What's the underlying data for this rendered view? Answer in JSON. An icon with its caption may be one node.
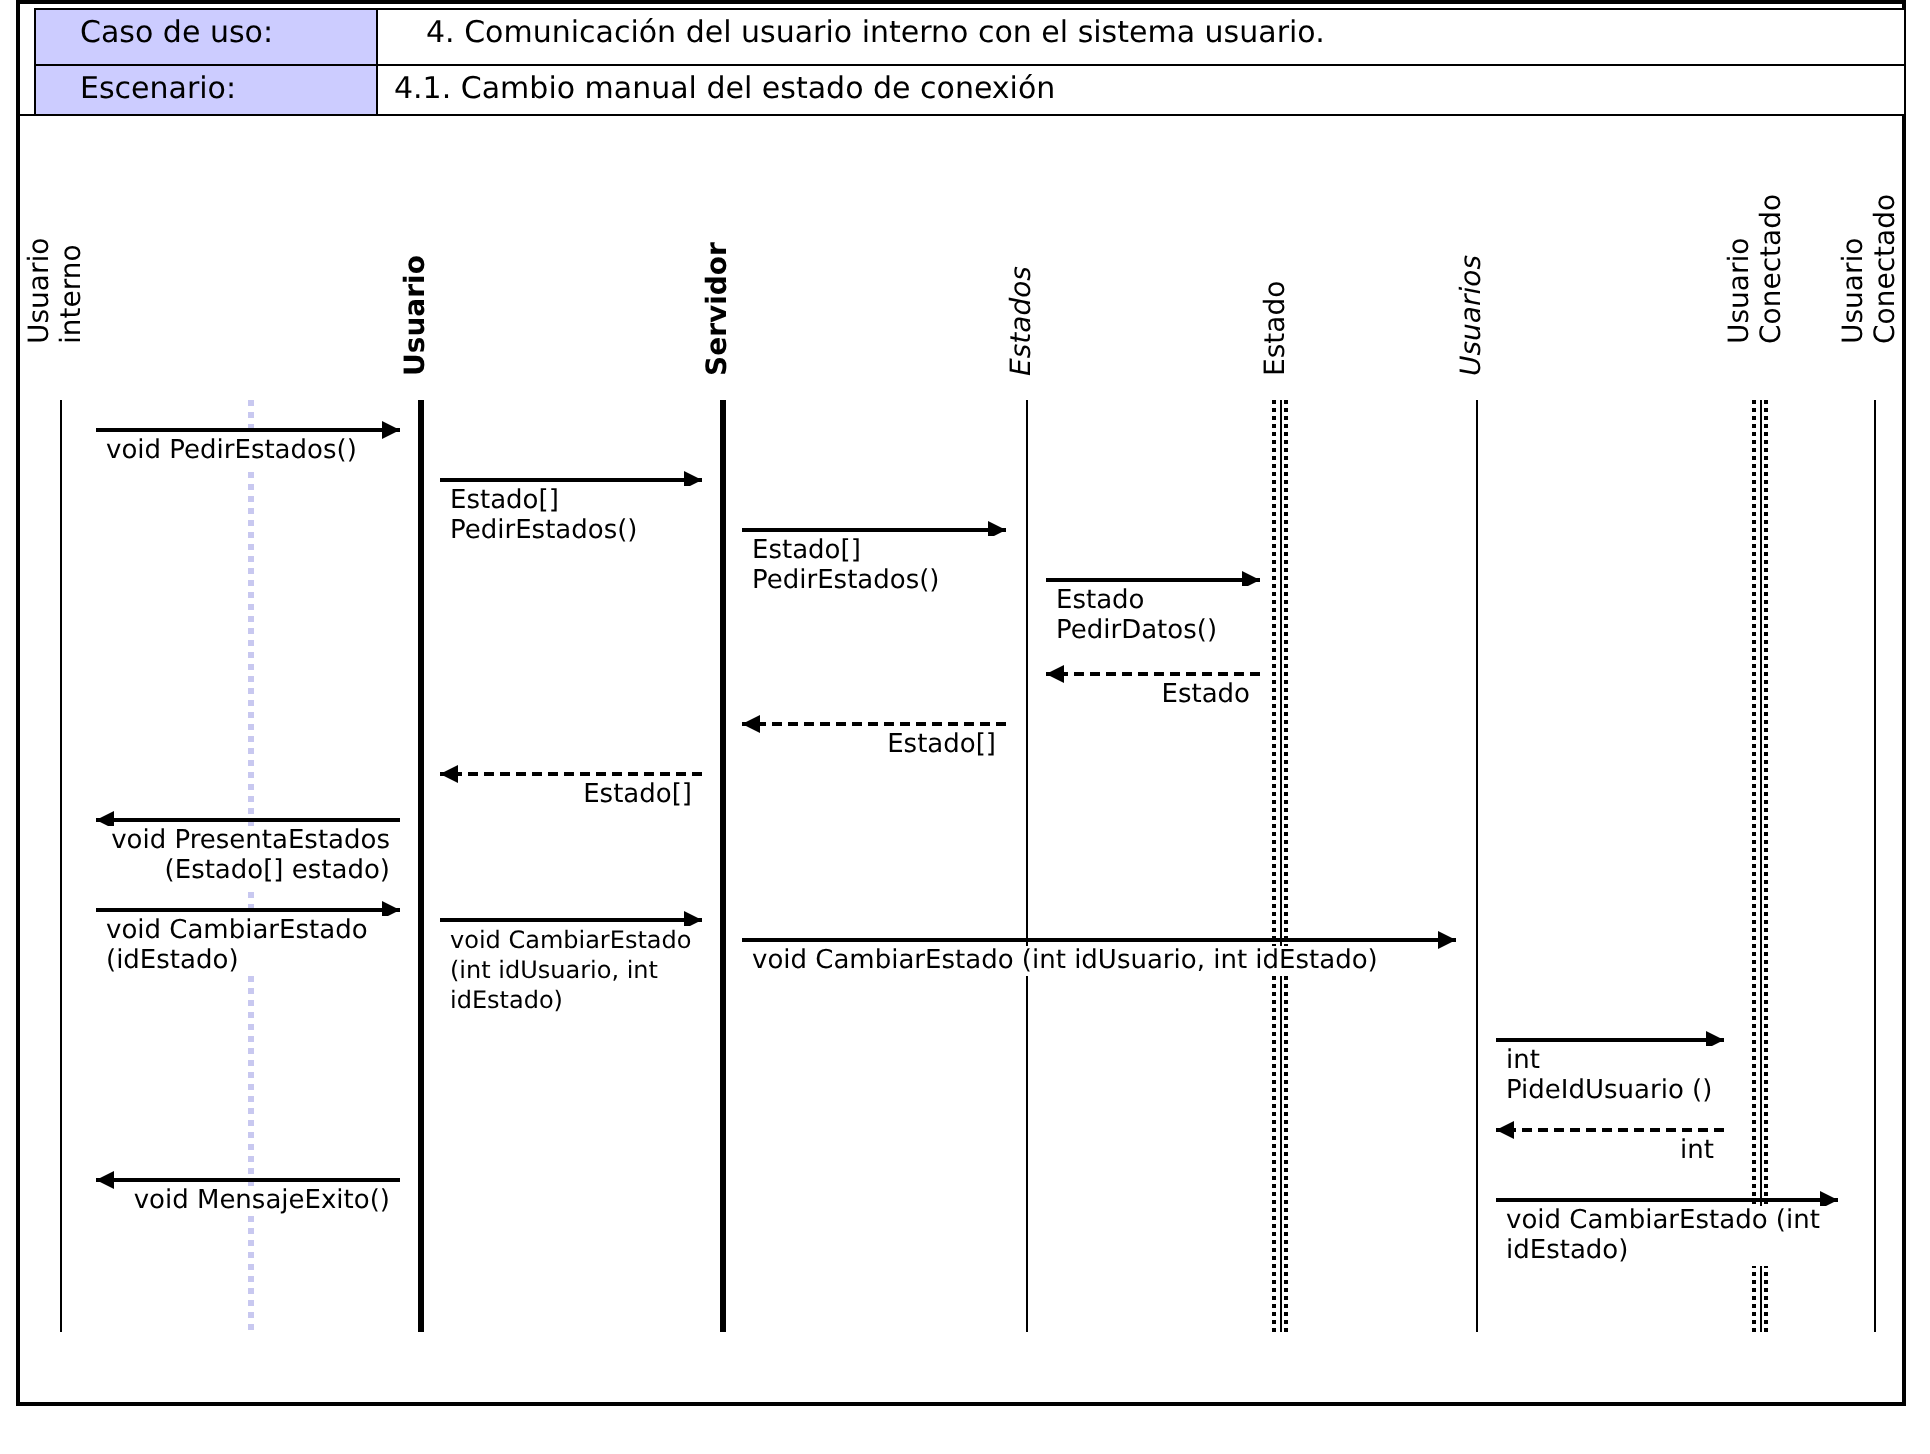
{
  "diagram": {
    "nodes": [
      {
        "text": [
          "Usuario interno"
        ]
      },
      {
        "text": [
          "Usuario"
        ]
      },
      {
        "text": [
          "Servidor"
        ]
      },
      {
        "text": [
          "Estados"
        ]
      },
      {
        "text": [
          "Estado"
        ]
      },
      {
        "text": [
          "Usuarios"
        ]
      },
      {
        "text": [
          "Usuario Conectado"
        ]
      },
      {
        "text": [
          "Usuario Conectado"
        ]
      }
    ],
    "edges": [
      {
        "from": 0,
        "to": 1,
        "arrow": "to",
        "label": "void PedirEstados()"
      },
      {
        "from": 1,
        "to": 2,
        "arrow": "to",
        "label": "Estado[] PedirEstados()"
      },
      {
        "from": 2,
        "to": 3,
        "arrow": "to",
        "label": "Estado[] PedirEstados()"
      },
      {
        "from": 3,
        "to": 4,
        "arrow": "to",
        "label": "Estado PedirDatos()"
      },
      {
        "from": 4,
        "to": 3,
        "arrow": "to",
        "label": "Estado",
        "style": "dashed"
      },
      {
        "from": 3,
        "to": 2,
        "arrow": "to",
        "label": "Estado[]",
        "style": "dashed"
      },
      {
        "from": 2,
        "to": 1,
        "arrow": "to",
        "label": "Estado[]",
        "style": "dashed"
      },
      {
        "from": 1,
        "to": 0,
        "arrow": "to",
        "label": "void PresentaEstados (Estado[] estado)"
      },
      {
        "from": 0,
        "to": 1,
        "arrow": "to",
        "label": "void CambiarEstado (idEstado)"
      },
      {
        "from": 1,
        "to": 2,
        "arrow": "to",
        "label": "void CambiarEstado (int idUsuario, int idEstado)"
      },
      {
        "from": 2,
        "to": 5,
        "arrow": "to",
        "label": "void CambiarEstado (int idUsuario, int idEstado)"
      },
      {
        "from": 5,
        "to": 6,
        "arrow": "to",
        "label": "int PideIdUsuario ()"
      },
      {
        "from": 6,
        "to": 5,
        "arrow": "to",
        "label": "int",
        "style": "dashed"
      },
      {
        "from": 1,
        "to": 0,
        "arrow": "to",
        "label": "void MensajeExito()"
      },
      {
        "from": 5,
        "to": 7,
        "arrow": "to",
        "label": "void CambiarEstado (int idEstado)"
      }
    ],
    "labels": [
      "Caso de uso:",
      "4. Comunicación del usuario interno con el sistema usuario.",
      "Escenario:",
      "4.1. Cambio manual del estado de conexión"
    ]
  }
}
